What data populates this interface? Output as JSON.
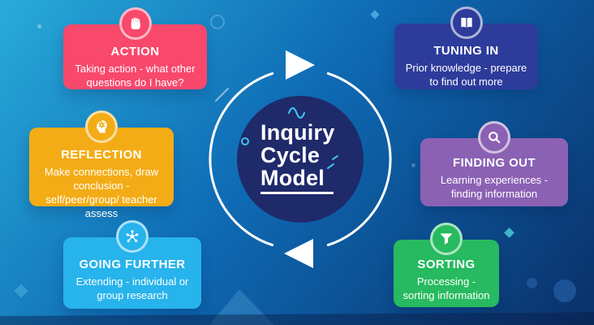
{
  "center": {
    "lines": [
      "Inquiry",
      "Cycle",
      "Model"
    ],
    "circle_color": "#1F2A6B",
    "accent_color": "#3EC1F0",
    "ring_color": "#FFFFFF",
    "cycle_direction": "clockwise"
  },
  "cards": [
    {
      "id": "action",
      "label": "ACTION",
      "description": "Taking action - what other questions do I have?",
      "color": "#F8486C",
      "icon": "fist-icon"
    },
    {
      "id": "reflection",
      "label": "REFLECTION",
      "description": "Make connections, draw conclusion - self/peer/group/ teacher assess",
      "color": "#F3AC15",
      "icon": "head-gear-icon"
    },
    {
      "id": "going-further",
      "label": "GOING FURTHER",
      "description": "Extending - individual or group research",
      "color": "#27B3EC",
      "icon": "network-icon"
    },
    {
      "id": "tuning-in",
      "label": "TUNING IN",
      "description": "Prior knowledge - prepare to find out more",
      "color": "#2D3C9B",
      "icon": "open-book-icon"
    },
    {
      "id": "finding-out",
      "label": "FINDING OUT",
      "description": "Learning experiences - finding information",
      "color": "#8B61B4",
      "icon": "search-icon"
    },
    {
      "id": "sorting",
      "label": "SORTING",
      "description": "Processing - sorting information",
      "color": "#27BA60",
      "icon": "funnel-icon"
    }
  ],
  "background": {
    "gradient_start": "#28ABD9",
    "gradient_mid": "#0E6AB4",
    "gradient_end": "#0A3069"
  }
}
